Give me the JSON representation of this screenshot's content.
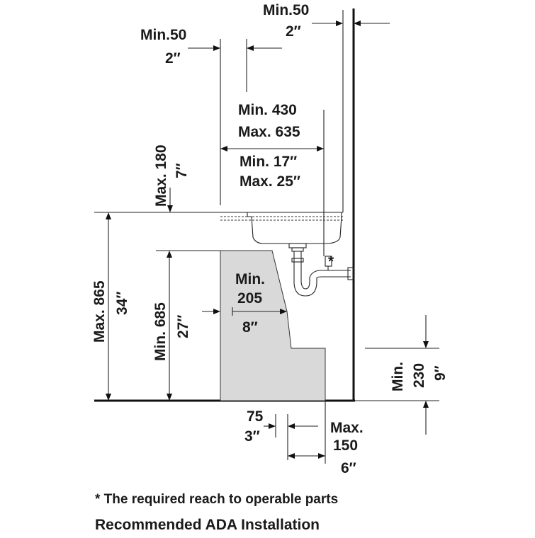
{
  "labels": {
    "top_clearance_mm": "Min.50",
    "top_clearance_in": "2″",
    "left_clearance_mm": "Min.50",
    "left_clearance_in": "2″",
    "reach_min_mm": "Min. 430",
    "reach_max_mm": "Max. 635",
    "reach_min_in": "Min. 17″",
    "reach_max_in": "Max. 25″",
    "apron_max_mm": "Max. 180",
    "apron_max_in": "7″",
    "rim_max_mm": "Max. 865",
    "rim_max_in": "34″",
    "knee_min_mm": "Min. 685",
    "knee_min_in": "27″",
    "knee_depth_min": "Min.",
    "knee_depth_mm": "205",
    "knee_depth_in": "8″",
    "toe_min": "Min.",
    "toe_mm": "230",
    "toe_in": "9″",
    "offset_mm": "75",
    "offset_in": "3″",
    "toe_depth_max": "Max.",
    "toe_depth_mm": "150",
    "toe_depth_in": "6″",
    "asterisk": "*"
  },
  "footnote": "* The required reach to operable parts",
  "caption": "Recommended ADA Installation"
}
